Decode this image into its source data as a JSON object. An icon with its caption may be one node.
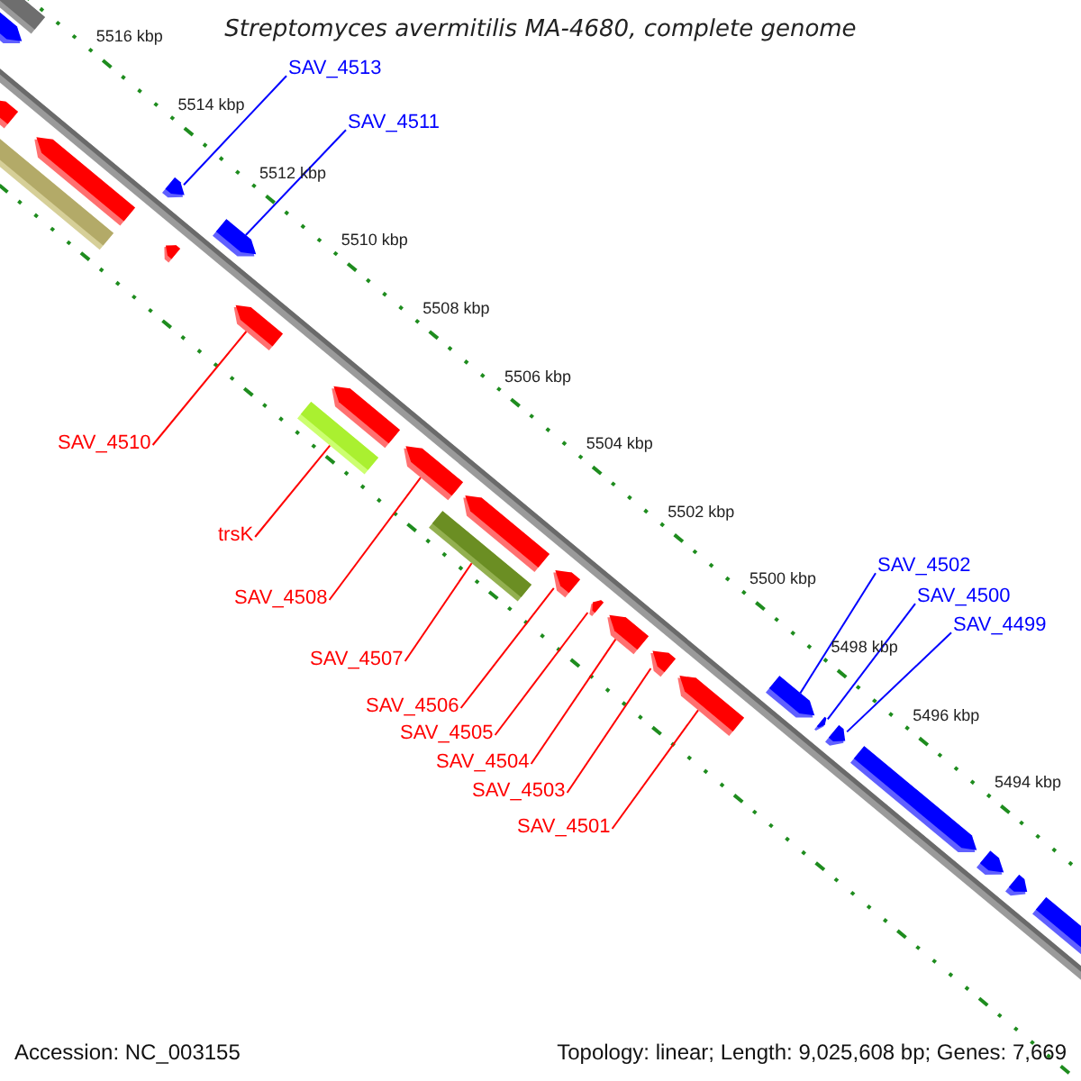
{
  "diagram": {
    "title": "Streptomyces avermitilis MA-4680, complete genome",
    "nodes": [
      {
        "text": [
          "SAV_4513"
        ]
      },
      {
        "text": [
          "SAV_4511"
        ]
      },
      {
        "text": [
          "SAV_4510"
        ]
      },
      {
        "text": [
          "trsK"
        ]
      },
      {
        "text": [
          "SAV_4508"
        ]
      },
      {
        "text": [
          "SAV_4507"
        ]
      },
      {
        "text": [
          "SAV_4506"
        ]
      },
      {
        "text": [
          "SAV_4505"
        ]
      },
      {
        "text": [
          "SAV_4504"
        ]
      },
      {
        "text": [
          "SAV_4503"
        ]
      },
      {
        "text": [
          "SAV_4501"
        ]
      },
      {
        "text": [
          "SAV_4502"
        ]
      },
      {
        "text": [
          "SAV_4500"
        ]
      },
      {
        "text": [
          "SAV_4499"
        ]
      },
      {
        "text": [],
        "shape": "bar"
      },
      {
        "text": [],
        "shape": "arrow"
      },
      {
        "text": [],
        "shape": "arrow"
      },
      {
        "text": [],
        "shape": "bar"
      },
      {
        "text": [],
        "shape": "arrow"
      },
      {
        "text": [],
        "shape": "arrow"
      },
      {
        "text": [],
        "shape": "arrow"
      },
      {
        "text": [],
        "shape": "arrow"
      },
      {
        "text": [],
        "shape": "arrow"
      },
      {
        "text": [],
        "shape": "bar"
      },
      {
        "text": [],
        "shape": "arrow"
      },
      {
        "text": [],
        "shape": "arrow"
      },
      {
        "text": [],
        "shape": "bar"
      },
      {
        "text": [],
        "shape": "arrow"
      },
      {
        "text": [],
        "shape": "arrow"
      },
      {
        "text": [],
        "shape": "arrow"
      },
      {
        "text": [],
        "shape": "arrow"
      },
      {
        "text": [],
        "shape": "arrow"
      },
      {
        "text": [],
        "shape": "arrow"
      },
      {
        "text": [],
        "shape": "arrow"
      },
      {
        "text": [],
        "shape": "arrow"
      },
      {
        "text": [],
        "shape": "arrow"
      },
      {
        "text": [],
        "shape": "arrow"
      },
      {
        "text": [],
        "shape": "arrow"
      },
      {
        "text": [],
        "shape": "arrow"
      },
      {
        "text": [],
        "shape": "arrow"
      }
    ],
    "edges": [
      {
        "from": 0,
        "to": 19,
        "arrow": "none",
        "color": "#0000ff"
      },
      {
        "from": 1,
        "to": 21,
        "arrow": "none",
        "color": "#0000ff"
      },
      {
        "from": 2,
        "to": 22,
        "arrow": "none"
      },
      {
        "from": 3,
        "to": 23,
        "arrow": "none"
      },
      {
        "from": 4,
        "to": 25,
        "arrow": "none"
      },
      {
        "from": 5,
        "to": 26,
        "arrow": "none"
      },
      {
        "from": 6,
        "to": 28,
        "arrow": "none"
      },
      {
        "from": 7,
        "to": 29,
        "arrow": "none"
      },
      {
        "from": 8,
        "to": 30,
        "arrow": "none"
      },
      {
        "from": 9,
        "to": 31,
        "arrow": "none"
      },
      {
        "from": 10,
        "to": 32,
        "arrow": "none"
      },
      {
        "from": 11,
        "to": 33,
        "arrow": "none",
        "color": "#0000ff"
      },
      {
        "from": 12,
        "to": 34,
        "arrow": "none",
        "color": "#0000ff"
      },
      {
        "from": 13,
        "to": 35,
        "arrow": "none",
        "color": "#0000ff"
      }
    ],
    "labels": [
      "5516 kbp",
      "5514 kbp",
      "5512 kbp",
      "5510 kbp",
      "5508 kbp",
      "5506 kbp",
      "5504 kbp",
      "5502 kbp",
      "5500 kbp",
      "5498 kbp",
      "5496 kbp",
      "5494 kbp",
      "Accession: NC_003155",
      "Topology: linear; Length: 9,025,608 bp; Genes: 7,669"
    ]
  }
}
